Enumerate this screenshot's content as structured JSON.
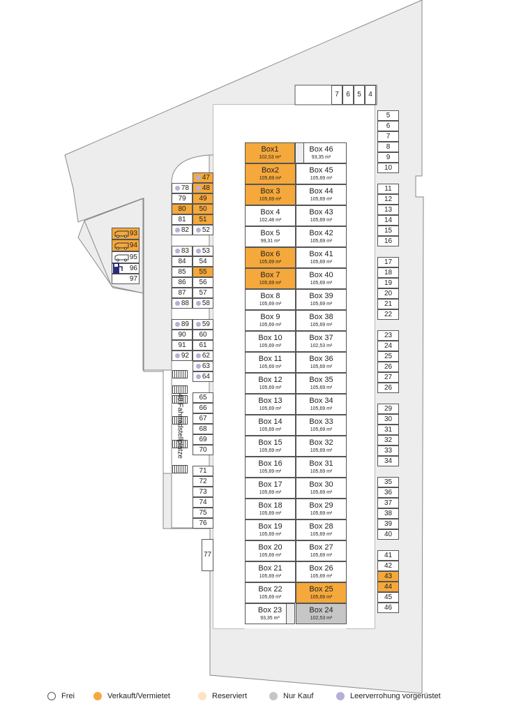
{
  "colors": {
    "frei": "#ffffff",
    "verkauft": "#f5a83b",
    "reserviert": "#fde3c2",
    "nur_kauf": "#c6c6c6",
    "leerverrohrung": "#b6b0d8"
  },
  "top_units": [
    "7",
    "6",
    "5",
    "4"
  ],
  "right_units": [
    "5",
    "6",
    "7",
    "8",
    "9",
    "10",
    "11",
    "12",
    "13",
    "14",
    "15",
    "16",
    "17",
    "18",
    "19",
    "20",
    "21",
    "22",
    "23",
    "24",
    "25",
    "26",
    "27",
    "26",
    "29",
    "30",
    "31",
    "32",
    "33",
    "34",
    "35",
    "36",
    "37",
    "38",
    "39",
    "40",
    "41",
    "42",
    "43",
    "44",
    "45",
    "46"
  ],
  "right_sold": [
    "43",
    "44"
  ],
  "parking_left": [
    {
      "num": "78",
      "status": "frei",
      "dot": true
    },
    {
      "num": "79",
      "status": "frei",
      "dot": false
    },
    {
      "num": "80",
      "status": "sold",
      "dot": false
    },
    {
      "num": "81",
      "status": "frei",
      "dot": false
    },
    {
      "num": "82",
      "status": "frei",
      "dot": true
    },
    {
      "num": "83",
      "status": "frei",
      "dot": true
    },
    {
      "num": "84",
      "status": "frei",
      "dot": false
    },
    {
      "num": "85",
      "status": "frei",
      "dot": false
    },
    {
      "num": "86",
      "status": "frei",
      "dot": false
    },
    {
      "num": "87",
      "status": "frei",
      "dot": false
    },
    {
      "num": "88",
      "status": "frei",
      "dot": true
    },
    {
      "num": "89",
      "status": "frei",
      "dot": true
    },
    {
      "num": "90",
      "status": "frei",
      "dot": false
    },
    {
      "num": "91",
      "status": "frei",
      "dot": false
    },
    {
      "num": "92",
      "status": "frei",
      "dot": true
    }
  ],
  "parking_mid": [
    {
      "num": "47",
      "status": "sold",
      "dot": true
    },
    {
      "num": "48",
      "status": "sold",
      "dot": true
    },
    {
      "num": "49",
      "status": "sold",
      "dot": false
    },
    {
      "num": "50",
      "status": "sold",
      "dot": false
    },
    {
      "num": "51",
      "status": "sold",
      "dot": false
    },
    {
      "num": "52",
      "status": "frei",
      "dot": true
    },
    {
      "num": "53",
      "status": "frei",
      "dot": true
    },
    {
      "num": "54",
      "status": "frei",
      "dot": false
    },
    {
      "num": "55",
      "status": "sold",
      "dot": false
    },
    {
      "num": "56",
      "status": "frei",
      "dot": false
    },
    {
      "num": "57",
      "status": "frei",
      "dot": false
    },
    {
      "num": "58",
      "status": "frei",
      "dot": true
    },
    {
      "num": "59",
      "status": "frei",
      "dot": true
    },
    {
      "num": "60",
      "status": "frei",
      "dot": false
    },
    {
      "num": "61",
      "status": "frei",
      "dot": false
    },
    {
      "num": "62",
      "status": "frei",
      "dot": true
    },
    {
      "num": "63",
      "status": "frei",
      "dot": true
    },
    {
      "num": "64",
      "status": "frei",
      "dot": true
    },
    {
      "num": "65",
      "status": "frei",
      "dot": false
    },
    {
      "num": "66",
      "status": "frei",
      "dot": false
    },
    {
      "num": "67",
      "status": "frei",
      "dot": false
    },
    {
      "num": "68",
      "status": "frei",
      "dot": false
    },
    {
      "num": "69",
      "status": "frei",
      "dot": false
    },
    {
      "num": "70",
      "status": "frei",
      "dot": false
    },
    {
      "num": "71",
      "status": "frei",
      "dot": false
    },
    {
      "num": "72",
      "status": "frei",
      "dot": false
    },
    {
      "num": "73",
      "status": "frei",
      "dot": false
    },
    {
      "num": "74",
      "status": "frei",
      "dot": false
    },
    {
      "num": "75",
      "status": "frei",
      "dot": false
    },
    {
      "num": "76",
      "status": "frei",
      "dot": false
    }
  ],
  "unit_77": "77",
  "van_spots": [
    {
      "num": "93",
      "status": "sold",
      "icon": "van-icon"
    },
    {
      "num": "94",
      "status": "sold",
      "icon": "van-icon"
    },
    {
      "num": "95",
      "status": "frei",
      "icon": "van-icon"
    },
    {
      "num": "96",
      "status": "frei",
      "icon": "charging-station-icon"
    },
    {
      "num": "97",
      "status": "frei",
      "icon": ""
    }
  ],
  "bike_label": "48 Fahrradstellplätze",
  "boxes_left": [
    {
      "name": "Box1",
      "area": "102,53 m²",
      "status": "sold"
    },
    {
      "name": "Box2",
      "area": "105,69 m²",
      "status": "sold"
    },
    {
      "name": "Box 3",
      "area": "105,69 m²",
      "status": "sold"
    },
    {
      "name": "Box 4",
      "area": "102,48 m²",
      "status": "frei"
    },
    {
      "name": "Box 5",
      "area": "99,31 m²",
      "status": "frei"
    },
    {
      "name": "Box 6",
      "area": "105,69 m²",
      "status": "sold"
    },
    {
      "name": "Box 7",
      "area": "105,69 m²",
      "status": "sold"
    },
    {
      "name": "Box 8",
      "area": "105,69 m²",
      "status": "frei"
    },
    {
      "name": "Box 9",
      "area": "105,69 m²",
      "status": "frei"
    },
    {
      "name": "Box 10",
      "area": "105,69 m²",
      "status": "frei"
    },
    {
      "name": "Box 11",
      "area": "105,69 m²",
      "status": "frei"
    },
    {
      "name": "Box 12",
      "area": "105,69 m²",
      "status": "frei"
    },
    {
      "name": "Box 13",
      "area": "105,69 m²",
      "status": "frei"
    },
    {
      "name": "Box 14",
      "area": "105,69 m²",
      "status": "frei"
    },
    {
      "name": "Box 15",
      "area": "105,69 m²",
      "status": "frei"
    },
    {
      "name": "Box 16",
      "area": "105,69 m²",
      "status": "frei"
    },
    {
      "name": "Box 17",
      "area": "105,69 m²",
      "status": "frei"
    },
    {
      "name": "Box 18",
      "area": "105,69 m²",
      "status": "frei"
    },
    {
      "name": "Box 19",
      "area": "105,69 m²",
      "status": "frei"
    },
    {
      "name": "Box 20",
      "area": "105,69 m²",
      "status": "frei"
    },
    {
      "name": "Box 21",
      "area": "105,69 m²",
      "status": "frei"
    },
    {
      "name": "Box 22",
      "area": "105,69 m²",
      "status": "frei"
    },
    {
      "name": "Box 23",
      "area": "93,35 m²",
      "status": "frei"
    }
  ],
  "boxes_right": [
    {
      "name": "Box 46",
      "area": "93,35 m²",
      "status": "frei"
    },
    {
      "name": "Box 45",
      "area": "105,69 m²",
      "status": "frei"
    },
    {
      "name": "Box 44",
      "area": "105,69 m²",
      "status": "frei"
    },
    {
      "name": "Box 43",
      "area": "105,69 m²",
      "status": "frei"
    },
    {
      "name": "Box 42",
      "area": "105,69 m²",
      "status": "frei"
    },
    {
      "name": "Box 41",
      "area": "105,69 m²",
      "status": "frei"
    },
    {
      "name": "Box 40",
      "area": "105,69 m²",
      "status": "frei"
    },
    {
      "name": "Box 39",
      "area": "105,69 m²",
      "status": "frei"
    },
    {
      "name": "Box 38",
      "area": "105,69 m²",
      "status": "frei"
    },
    {
      "name": "Box 37",
      "area": "102,53 m²",
      "status": "frei"
    },
    {
      "name": "Box 36",
      "area": "105,69 m²",
      "status": "frei"
    },
    {
      "name": "Box 35",
      "area": "105,69 m²",
      "status": "frei"
    },
    {
      "name": "Box 34",
      "area": "105,69 m²",
      "status": "frei"
    },
    {
      "name": "Box 33",
      "area": "105,69 m²",
      "status": "frei"
    },
    {
      "name": "Box 32",
      "area": "105,69 m²",
      "status": "frei"
    },
    {
      "name": "Box 31",
      "area": "105,69 m²",
      "status": "frei"
    },
    {
      "name": "Box 30",
      "area": "105,69 m²",
      "status": "frei"
    },
    {
      "name": "Box 29",
      "area": "105,69 m²",
      "status": "frei"
    },
    {
      "name": "Box 28",
      "area": "105,69 m²",
      "status": "frei"
    },
    {
      "name": "Box 27",
      "area": "105,69 m²",
      "status": "frei"
    },
    {
      "name": "Box 26",
      "area": "105,69 m²",
      "status": "frei"
    },
    {
      "name": "Box 25",
      "area": "105,69 m²",
      "status": "sold"
    },
    {
      "name": "Box 24",
      "area": "102,53 m²",
      "status": "buy"
    }
  ],
  "legend": [
    {
      "label": "Frei",
      "color": "#ffffff"
    },
    {
      "label": "Verkauft/Vermietet",
      "color": "#f5a83b"
    },
    {
      "label": "Reserviert",
      "color": "#fde3c2"
    },
    {
      "label": "Nur Kauf",
      "color": "#c6c6c6"
    },
    {
      "label": "Leerverrohung vorgerüstet",
      "color": "#b6b0d8"
    }
  ]
}
